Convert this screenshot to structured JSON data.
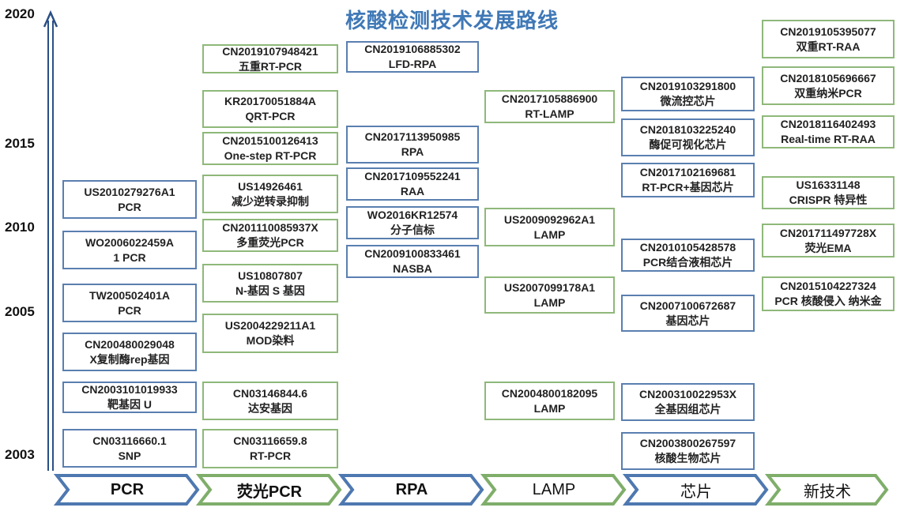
{
  "title": "核酸检测技术发展路线",
  "years": [
    "2020",
    "2015",
    "2010",
    "2005",
    "2003"
  ],
  "categories": [
    "PCR",
    "荧光PCR",
    "RPA",
    "LAMP",
    "芯片",
    "新技术"
  ],
  "colors": {
    "blue": "#5a7fb0",
    "green": "#8fb87a",
    "title": "#3f78b6",
    "axis": "#2a4f86"
  },
  "columns": [
    {
      "name": "PCR",
      "items": [
        {
          "id": "US2010279276A1",
          "desc": "PCR"
        },
        {
          "id": "WO2006022459A",
          "desc": "1 PCR"
        },
        {
          "id": "TW200502401A",
          "desc": "PCR"
        },
        {
          "id": "CN200480029048",
          "desc": "X复制酶rep基因"
        },
        {
          "id": "CN2003101019933",
          "desc": "靶基因 U"
        },
        {
          "id": "CN03116660.1",
          "desc": "SNP"
        }
      ]
    },
    {
      "name": "荧光PCR",
      "items": [
        {
          "id": "CN2019107948421",
          "desc": "五重RT-PCR"
        },
        {
          "id": "KR20170051884A",
          "desc": "QRT-PCR"
        },
        {
          "id": "CN2015100126413",
          "desc": "One-step RT-PCR"
        },
        {
          "id": "US14926461",
          "desc": "减少逆转录抑制"
        },
        {
          "id": "CN201110085937X",
          "desc": "多重荧光PCR"
        },
        {
          "id": "US10807807",
          "desc": "N-基因 S 基因"
        },
        {
          "id": "US2004229211A1",
          "desc": "MOD染料"
        },
        {
          "id": "CN03146844.6",
          "desc": "达安基因"
        },
        {
          "id": "CN03116659.8",
          "desc": "RT-PCR"
        }
      ]
    },
    {
      "name": "RPA",
      "items": [
        {
          "id": "CN2019106885302",
          "desc": "LFD-RPA"
        },
        {
          "id": "CN2017113950985",
          "desc": "RPA"
        },
        {
          "id": "CN2017109552241",
          "desc": "RAA"
        },
        {
          "id": "WO2016KR12574",
          "desc": "分子信标"
        },
        {
          "id": "CN2009100833461",
          "desc": "NASBA"
        }
      ]
    },
    {
      "name": "LAMP",
      "items": [
        {
          "id": "CN2017105886900",
          "desc": "RT-LAMP"
        },
        {
          "id": "US2009092962A1",
          "desc": "LAMP"
        },
        {
          "id": "US2007099178A1",
          "desc": "LAMP"
        },
        {
          "id": "CN2004800182095",
          "desc": "LAMP"
        }
      ]
    },
    {
      "name": "芯片",
      "items": [
        {
          "id": "CN2019103291800",
          "desc": "微流控芯片"
        },
        {
          "id": "CN2018103225240",
          "desc": "酶促可视化芯片"
        },
        {
          "id": "CN2017102169681",
          "desc": "RT-PCR+基因芯片"
        },
        {
          "id": "CN2010105428578",
          "desc": "PCR结合液相芯片"
        },
        {
          "id": "CN2007100672687",
          "desc": "基因芯片"
        },
        {
          "id": "CN200310022953X",
          "desc": "全基因组芯片"
        },
        {
          "id": "CN2003800267597",
          "desc": "核酸生物芯片"
        }
      ]
    },
    {
      "name": "新技术",
      "items": [
        {
          "id": "CN2019105395077",
          "desc": "双重RT-RAA"
        },
        {
          "id": "CN2018105696667",
          "desc": "双重纳米PCR"
        },
        {
          "id": "CN2018116402493",
          "desc": "Real-time RT-RAA"
        },
        {
          "id": "US16331148",
          "desc": "CRISPR 特异性"
        },
        {
          "id": "CN201711497728X",
          "desc": "荧光EMA"
        },
        {
          "id": "CN2015104227324",
          "desc": "PCR 核酸侵入 纳米金"
        }
      ]
    }
  ]
}
